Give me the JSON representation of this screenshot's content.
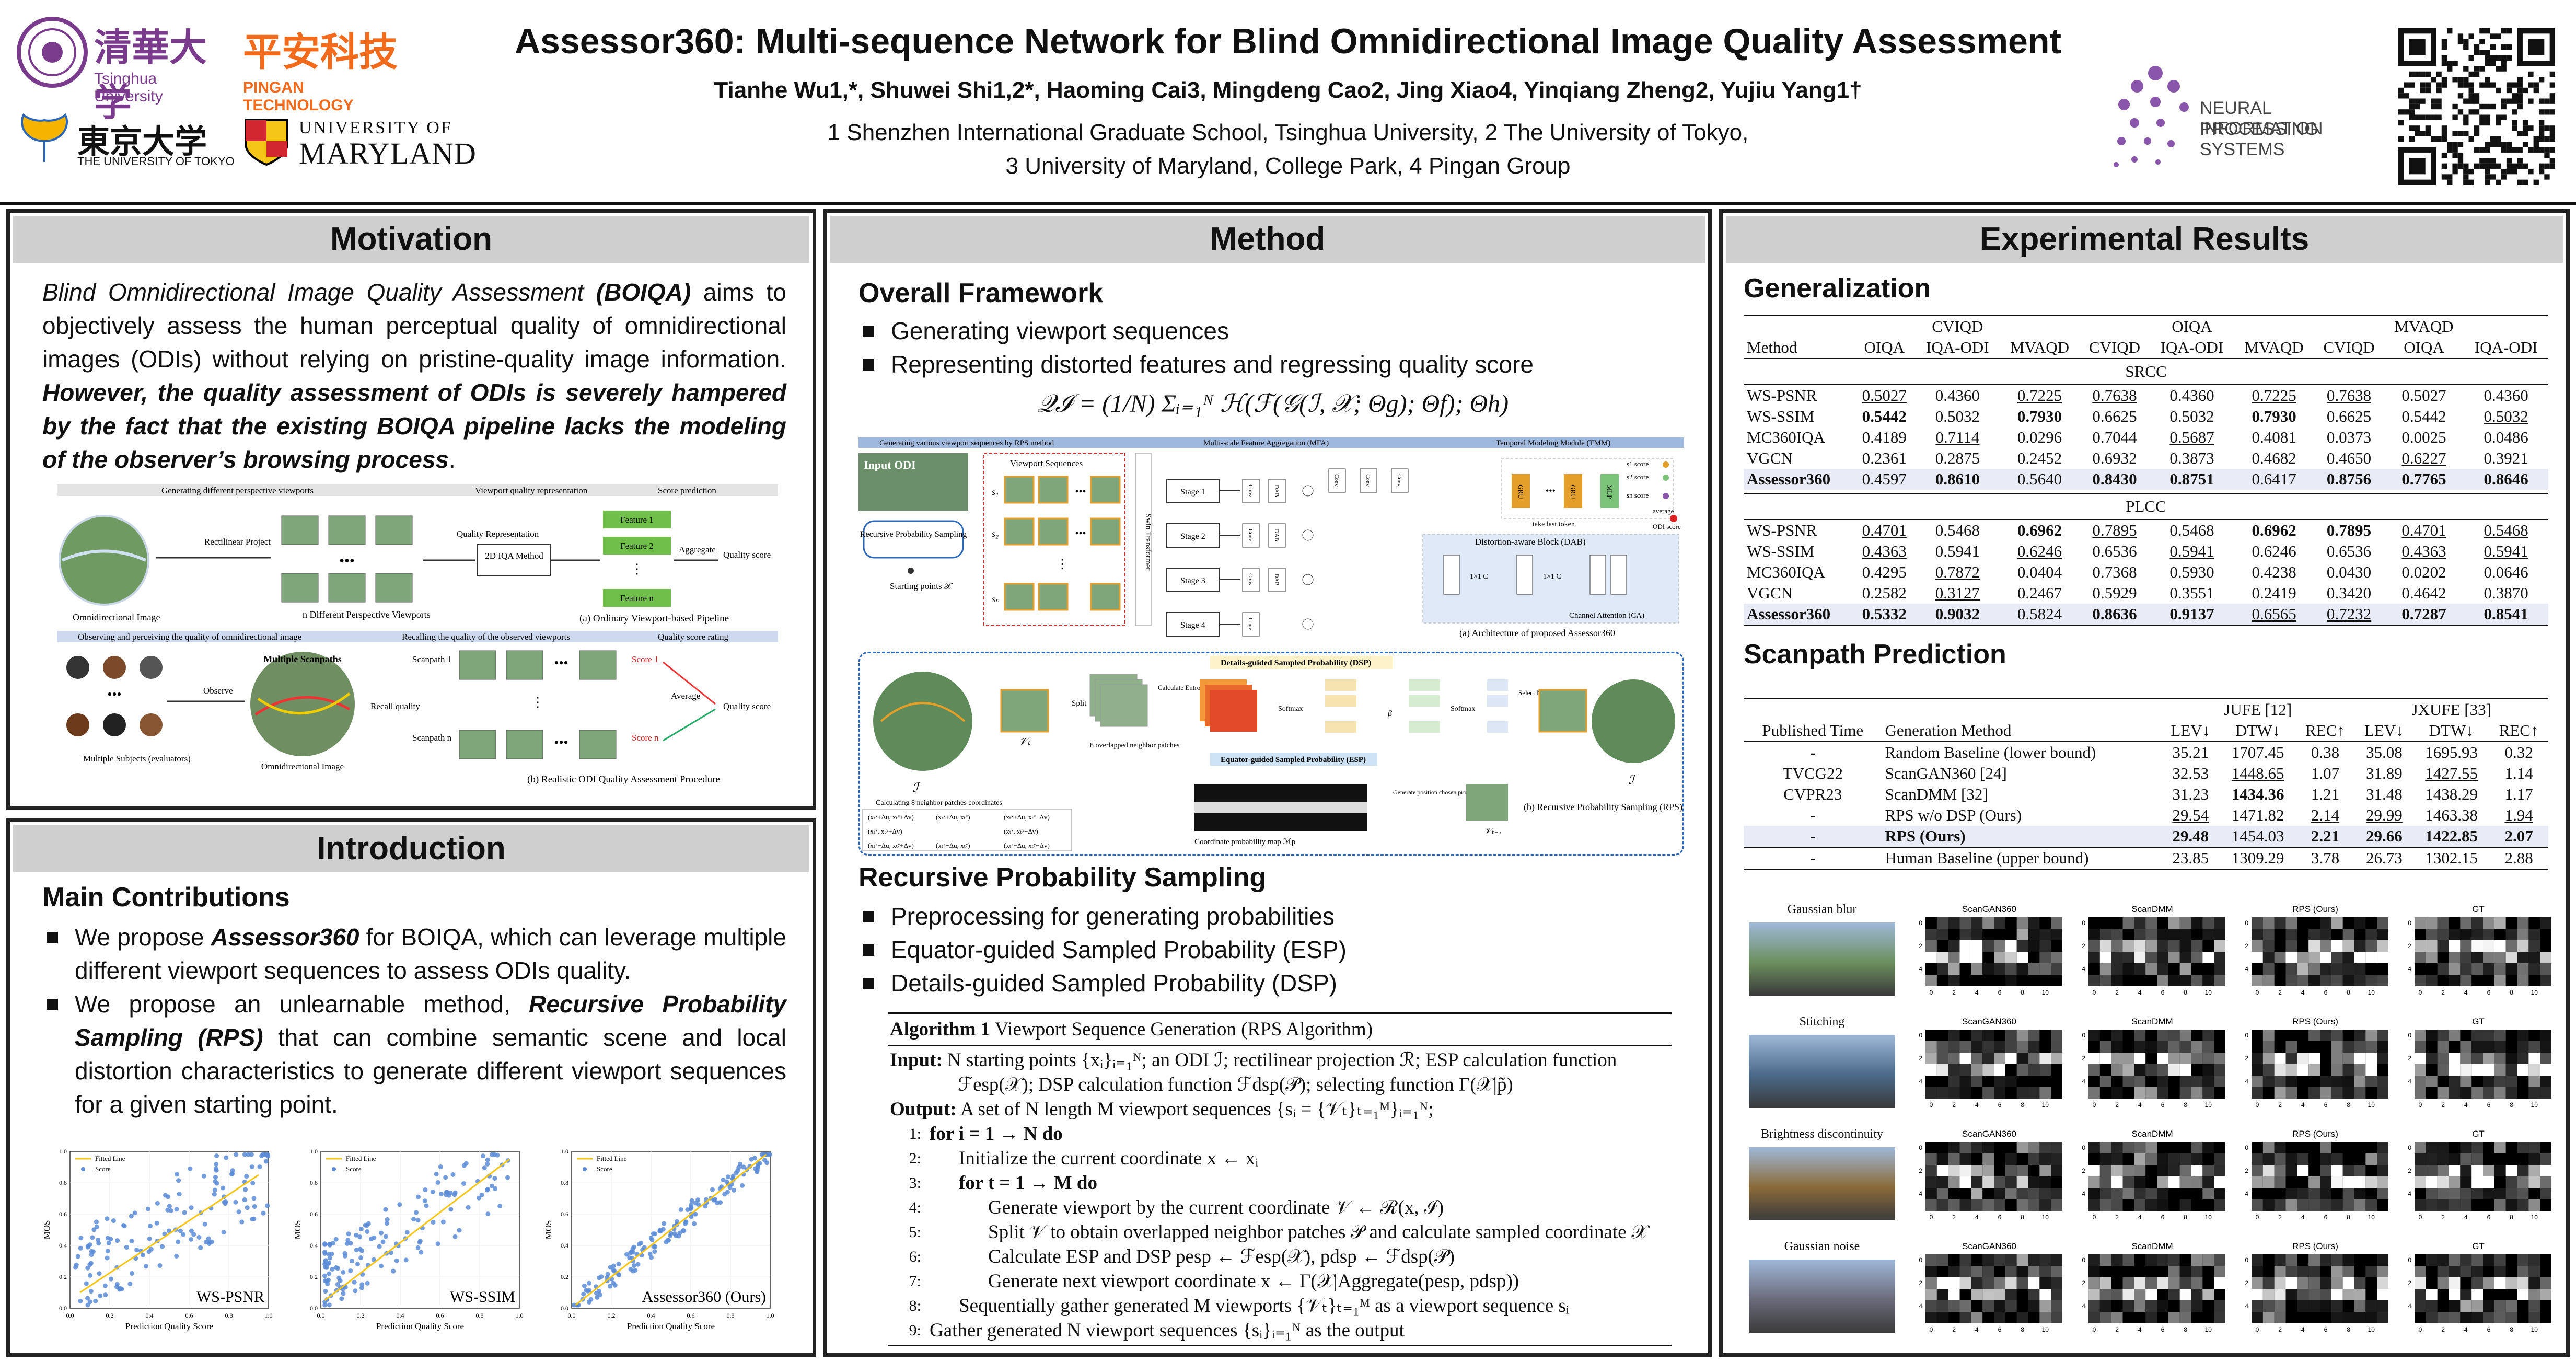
{
  "header": {
    "title": "Assessor360: Multi-sequence Network for Blind Omnidirectional Image Quality Assessment",
    "authors": "Tianhe Wu1,*, Shuwei Shi1,2*, Haoming Cai3, Mingdeng Cao2, Jing Xiao4, Yinqiang Zheng2, Yujiu Yang1†",
    "affil1": "1 Shenzhen International Graduate School, Tsinghua University, 2 The University of Tokyo,",
    "affil2": "3 University of Maryland, College Park, 4 Pingan Group",
    "logos": {
      "tsinghua": "清華大学",
      "tsinghua_en": "Tsinghua University",
      "pingan": "平安科技",
      "pingan_en": "PINGAN TECHNOLOGY",
      "tokyo": "東京大学",
      "tokyo_en": "THE UNIVERSITY OF TOKYO",
      "umd1": "UNIVERSITY OF",
      "umd2": "MARYLAND",
      "neurips1": "NEURAL INFORMATION",
      "neurips2": "PROCESSING SYSTEMS"
    },
    "colors": {
      "tsinghua": "#7a3b8c",
      "pingan": "#f26b1d",
      "umd_red": "#d22630",
      "umd_gold": "#f5c518",
      "neurips": "#8a56ac"
    }
  },
  "motivation": {
    "heading": "Motivation",
    "p_a": "Blind Omnidirectional Image Quality Assessment ",
    "p_b": "(BOIQA)",
    "p_c": " aims to objectively assess the human perceptual quality of omnidirectional images (ODIs) without relying on pristine-quality image information. ",
    "p_d": "However, the quality assessment of ODIs is severely hampered by the fact that the existing BOIQA pipeline lacks the modeling of the observer’s browsing process",
    "p_e": ".",
    "fig": {
      "top_headers": [
        "Generating different perspective viewports",
        "Viewport quality representation",
        "Score prediction"
      ],
      "rect_proj": "Rectilinear Project",
      "quality_repr": "Quality Representation",
      "iqa": "2D IQA Method",
      "features": [
        "Feature 1",
        "Feature 2",
        "Feature n"
      ],
      "aggregate": "Aggregate",
      "quality_score": "Quality score",
      "odi_label": "Omnidirectional Image",
      "pviews": "n Different Perspective Viewports",
      "cap_a": "(a) Ordinary Viewport-based Pipeline",
      "bot_headers": [
        "Observing and perceiving the quality of omnidirectional image",
        "Recalling the quality of the observed viewports",
        "Quality score rating"
      ],
      "observe": "Observe",
      "multi_scan": "Multiple Scanpaths",
      "recall": "Recall quality",
      "scan1": "Scanpath 1",
      "scann": "Scanpath n",
      "score1": "Score 1",
      "scoren": "Score n",
      "average": "Average",
      "subjects": "Multiple Subjects (evaluators)",
      "odi2": "Omnidirectional Image",
      "cap_b": "(b) Realistic ODI Quality Assessment Procedure"
    }
  },
  "introduction": {
    "heading": "Introduction",
    "sub": "Main Contributions",
    "b1_a": "We propose ",
    "b1_b": "Assessor360",
    "b1_c": " for BOIQA, which can leverage multiple different viewport sequences to assess ODIs quality.",
    "b2_a": "We propose an unlearnable method, ",
    "b2_b": "Recursive Probability Sampling (RPS)",
    "b2_c": " that can combine semantic scene and local distortion characteristics to generate different viewport sequences for a given starting point.",
    "plots": [
      {
        "name": "WS-PSNR"
      },
      {
        "name": "WS-SSIM"
      },
      {
        "name": "Assessor360 (Ours)"
      }
    ],
    "legend_line": "Fitted Line",
    "legend_pts": "Score",
    "xlabel": "Prediction Quality Score",
    "ylabel": "MOS",
    "ticks": [
      "0.0",
      "0.2",
      "0.4",
      "0.6",
      "0.8",
      "1.0"
    ]
  },
  "method": {
    "heading": "Method",
    "sub1": "Overall Framework",
    "b1": "Generating viewport sequences",
    "b2": "Representing distorted features and regressing quality score",
    "eq": "𝒬ℐ = (1/N) Σᵢ₌₁ᴺ ℋ(ℱ(𝒢(ℐ, 𝒳; Θg); Θf); Θh)",
    "fig_a": {
      "h1": "Generating various viewport sequences by RPS method",
      "h2": "Multi-scale Feature Aggregation (MFA)",
      "h3": "Temporal Modeling Module (TMM)",
      "input": "Input ODI",
      "rps": "Recursive Probability Sampling",
      "vs": "Viewport Sequences",
      "swin": "Swin Transformer",
      "stages": [
        "Stage 1",
        "Stage 2",
        "Stage 3",
        "Stage 4"
      ],
      "conv": "Conv",
      "dab": "DAB",
      "gru": "GRU",
      "mlp": "MLP",
      "scores": [
        "s1 score",
        "s2 score",
        "sn score"
      ],
      "average": "average",
      "odi_score": "ODI score",
      "last_token": "take last token",
      "dab_title": "Distortion-aware Block (DAB)",
      "ca": "Channel Attention (CA)",
      "start": "Starting points 𝒳",
      "cap": "(a) Architecture of proposed Assessor360"
    },
    "fig_b": {
      "dsp": "Details-guided Sampled Probability (DSP)",
      "esp": "Equator-guided Sampled Probability (ESP)",
      "split": "Split",
      "overlap": "8 overlapped neighbor patches",
      "entropy": "Calculate Entropy",
      "softmax": "Softmax",
      "select": "Select Next Viewport",
      "calc8": "Calculating 8 neighbor patches coordinates",
      "coord_map": "Coordinate probability map ℳp",
      "gen_pos": "Generate position chosen probabilities",
      "cap": "(b) Recursive Probability Sampling (RPS)",
      "coords": [
        "(xₜˣ+Δu, xₜʸ+Δv)",
        "(xₜˣ+Δu, xₜʸ)",
        "(xₜˣ+Δu, xₜʸ−Δv)",
        "(xₜˣ, xₜʸ+Δv)",
        "(xₜˣ, xₜʸ−Δv)",
        "(xₜˣ−Δu, xₜʸ+Δv)",
        "(xₜˣ−Δu, xₜʸ)",
        "(xₜˣ−Δu, xₜʸ−Δv)"
      ]
    },
    "sub2": "Recursive Probability Sampling",
    "rb1": "Preprocessing for generating probabilities",
    "rb2": "Equator-guided Sampled Probability (ESP)",
    "rb3": "Details-guided Sampled Probability (DSP)",
    "algo": {
      "title_b": "Algorithm 1",
      "title": " Viewport Sequence Generation (RPS Algorithm)",
      "input_l": "Input:",
      "input": " N starting points {xᵢ}ᵢ₌₁ᴺ; an ODI ℐ; rectilinear projection ℛ; ESP calculation function ℱesp(𝒳); DSP calculation function ℱdsp(𝒫); selecting function Γ(𝒳|p̃)",
      "output_l": "Output:",
      "output": " A set of N length M viewport sequences {sᵢ = {𝒱ₜ}ₜ₌₁ᴹ}ᵢ₌₁ᴺ;",
      "lines": [
        {
          "n": "1:",
          "ind": 0,
          "t": "for i = 1 → N  do",
          "kw": true
        },
        {
          "n": "2:",
          "ind": 1,
          "t": "Initialize the current coordinate x ← xᵢ",
          "kw": false
        },
        {
          "n": "3:",
          "ind": 1,
          "t": "for t = 1 → M  do",
          "kw": true
        },
        {
          "n": "4:",
          "ind": 2,
          "t": "Generate viewport by the current coordinate 𝒱 ← ℛ(x, ℐ)",
          "kw": false
        },
        {
          "n": "5:",
          "ind": 2,
          "t": "Split 𝒱 to obtain overlapped neighbor patches 𝒫 and calculate sampled coordinate 𝒳",
          "kw": false
        },
        {
          "n": "6:",
          "ind": 2,
          "t": "Calculate ESP and DSP pesp ← ℱesp(𝒳), pdsp ← ℱdsp(𝒫)",
          "kw": false
        },
        {
          "n": "7:",
          "ind": 2,
          "t": "Generate next viewport coordinate x ← Γ(𝒳|Aggregate(pesp, pdsp))",
          "kw": false
        },
        {
          "n": "8:",
          "ind": 1,
          "t": "Sequentially gather generated M viewports {𝒱ₜ}ₜ₌₁ᴹ as a viewport sequence sᵢ",
          "kw": false
        },
        {
          "n": "9:",
          "ind": 0,
          "t": "Gather generated N viewport sequences {sᵢ}ᵢ₌₁ᴺ as the output",
          "kw": false
        }
      ]
    }
  },
  "results": {
    "heading": "Experimental Results",
    "gen": "Generalization",
    "method_col": "Method",
    "groups": [
      "CVIQD",
      "OIQA",
      "MVAQD"
    ],
    "cols": [
      "OIQA",
      "IQA-ODI",
      "MVAQD",
      "CVIQD",
      "IQA-ODI",
      "MVAQD",
      "CVIQD",
      "OIQA",
      "IQA-ODI"
    ],
    "srcc_label": "SRCC",
    "plcc_label": "PLCC",
    "srcc": [
      {
        "m": "WS-PSNR",
        "v": [
          "0.5027",
          "0.4360",
          "0.7225",
          "0.7638",
          "0.4360",
          "0.7225",
          "0.7638",
          "0.5027",
          "0.4360"
        ],
        "s": [
          "u",
          "",
          "u",
          "u",
          "",
          "u",
          "u",
          "",
          ""
        ]
      },
      {
        "m": "WS-SSIM",
        "v": [
          "0.5442",
          "0.5032",
          "0.7930",
          "0.6625",
          "0.5032",
          "0.7930",
          "0.6625",
          "0.5442",
          "0.5032"
        ],
        "s": [
          "b",
          "",
          "b",
          "",
          "",
          "b",
          "",
          "",
          "u"
        ]
      },
      {
        "m": "MC360IQA",
        "v": [
          "0.4189",
          "0.7114",
          "0.0296",
          "0.7044",
          "0.5687",
          "0.4081",
          "0.0373",
          "0.0025",
          "0.0486"
        ],
        "s": [
          "",
          "u",
          "",
          "",
          "u",
          "",
          "",
          "",
          ""
        ]
      },
      {
        "m": "VGCN",
        "v": [
          "0.2361",
          "0.2875",
          "0.2452",
          "0.6932",
          "0.3873",
          "0.4682",
          "0.4650",
          "0.6227",
          "0.3921"
        ],
        "s": [
          "",
          "",
          "",
          "",
          "",
          "",
          "",
          "u",
          ""
        ]
      },
      {
        "m": "Assessor360",
        "v": [
          "0.4597",
          "0.8610",
          "0.5640",
          "0.8430",
          "0.8751",
          "0.6417",
          "0.8756",
          "0.7765",
          "0.8646"
        ],
        "s": [
          "",
          "b",
          "",
          "b",
          "b",
          "",
          "b",
          "b",
          "b"
        ],
        "hl": true
      }
    ],
    "plcc": [
      {
        "m": "WS-PSNR",
        "v": [
          "0.4701",
          "0.5468",
          "0.6962",
          "0.7895",
          "0.5468",
          "0.6962",
          "0.7895",
          "0.4701",
          "0.5468"
        ],
        "s": [
          "u",
          "",
          "b",
          "u",
          "",
          "b",
          "b",
          "u",
          "u"
        ]
      },
      {
        "m": "WS-SSIM",
        "v": [
          "0.4363",
          "0.5941",
          "0.6246",
          "0.6536",
          "0.5941",
          "0.6246",
          "0.6536",
          "0.4363",
          "0.5941"
        ],
        "s": [
          "u",
          "",
          "u",
          "",
          "u",
          "",
          "",
          "u",
          "u"
        ]
      },
      {
        "m": "MC360IQA",
        "v": [
          "0.4295",
          "0.7872",
          "0.0404",
          "0.7368",
          "0.5930",
          "0.4238",
          "0.0430",
          "0.0202",
          "0.0646"
        ],
        "s": [
          "",
          "u",
          "",
          "",
          "",
          "",
          "",
          "",
          ""
        ]
      },
      {
        "m": "VGCN",
        "v": [
          "0.2582",
          "0.3127",
          "0.2467",
          "0.5929",
          "0.3551",
          "0.2419",
          "0.3420",
          "0.4642",
          "0.3870"
        ],
        "s": [
          "",
          "u",
          "",
          "",
          "",
          "",
          "",
          "",
          ""
        ]
      },
      {
        "m": "Assessor360",
        "v": [
          "0.5332",
          "0.9032",
          "0.5824",
          "0.8636",
          "0.9137",
          "0.6565",
          "0.7232",
          "0.7287",
          "0.8541"
        ],
        "s": [
          "b",
          "b",
          "",
          "b",
          "b",
          "u",
          "u",
          "b",
          "b"
        ],
        "hl": true
      }
    ],
    "scan": "Scanpath Prediction",
    "scan_cols": [
      "Published Time",
      "Generation Method"
    ],
    "scan_groups": [
      "JUFE [12]",
      "JXUFE [33]"
    ],
    "scan_metrics": [
      "LEV↓",
      "DTW↓",
      "REC↑",
      "LEV↓",
      "DTW↓",
      "REC↑"
    ],
    "scan_rows": [
      {
        "t": "-",
        "m": "Random Baseline (lower bound)",
        "v": [
          "35.21",
          "1707.45",
          "0.38",
          "35.08",
          "1695.93",
          "0.32"
        ],
        "s": [
          "",
          "",
          "",
          "",
          "",
          ""
        ]
      },
      {
        "t": "TVCG22",
        "m": "ScanGAN360 [24]",
        "v": [
          "32.53",
          "1448.65",
          "1.07",
          "31.89",
          "1427.55",
          "1.14"
        ],
        "s": [
          "",
          "u",
          "",
          "",
          "u",
          ""
        ]
      },
      {
        "t": "CVPR23",
        "m": "ScanDMM [32]",
        "v": [
          "31.23",
          "1434.36",
          "1.21",
          "31.48",
          "1438.29",
          "1.17"
        ],
        "s": [
          "",
          "b",
          "",
          "",
          "",
          ""
        ]
      },
      {
        "t": "-",
        "m": "RPS w/o DSP (Ours)",
        "v": [
          "29.54",
          "1471.82",
          "2.14",
          "29.99",
          "1463.38",
          "1.94"
        ],
        "s": [
          "u",
          "",
          "u",
          "u",
          "",
          "u"
        ]
      },
      {
        "t": "-",
        "m": "RPS (Ours)",
        "v": [
          "29.48",
          "1454.03",
          "2.21",
          "29.66",
          "1422.85",
          "2.07"
        ],
        "s": [
          "b",
          "",
          "b",
          "b",
          "b",
          "b"
        ],
        "hl": true
      },
      {
        "t": "-",
        "m": "Human Baseline (upper bound)",
        "v": [
          "23.85",
          "1309.29",
          "3.78",
          "26.73",
          "1302.15",
          "2.88"
        ],
        "s": [
          "",
          "",
          "",
          "",
          "",
          ""
        ]
      }
    ],
    "vis_rows": [
      "Gaussian blur",
      "Stitching",
      "Brightness discontinuity",
      "Gaussian noise"
    ],
    "vis_cols": [
      "ScanGAN360",
      "ScanDMM",
      "RPS (Ours)",
      "GT"
    ],
    "vis_xticks": [
      "0",
      "2",
      "4",
      "6",
      "8",
      "10"
    ],
    "vis_yticks": [
      "0",
      "2",
      "4"
    ]
  }
}
